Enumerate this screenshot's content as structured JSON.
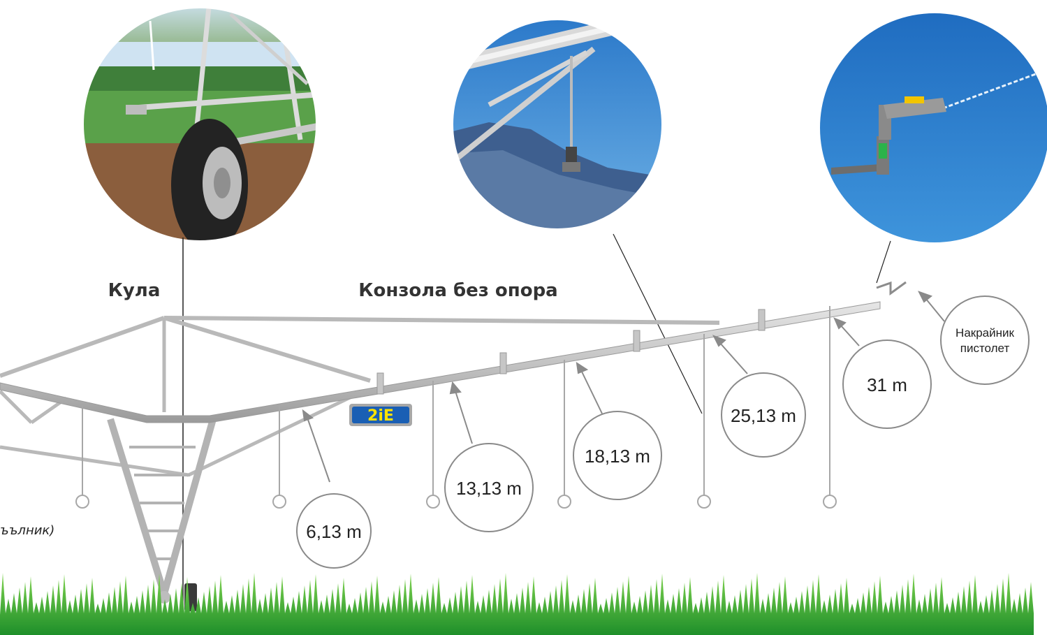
{
  "labels": {
    "tower": "Кула",
    "overhang": "Конзола без опора",
    "truncated_left": "ъълник)"
  },
  "distances": [
    {
      "text": "6,13 m"
    },
    {
      "text": "13,13 m"
    },
    {
      "text": "18,13 m"
    },
    {
      "text": "25,13 m"
    },
    {
      "text": "31 m"
    }
  ],
  "end_gun": {
    "line1": "Накрайник",
    "line2": "пистолет"
  },
  "logo": {
    "text": "2iE",
    "background": "#1a5fb4",
    "foreground": "#ffe200"
  },
  "photos": [
    {
      "icon": "tower-wheel-photo-icon"
    },
    {
      "icon": "drop-sprinkler-photo-icon"
    },
    {
      "icon": "end-gun-photo-icon"
    }
  ],
  "colors": {
    "pipe": "#bfbfbf",
    "pipe_dark": "#9c9c9c",
    "grass": "#3fb935",
    "sky": "#2f86cf",
    "circle_stroke": "#8a8a8a"
  }
}
